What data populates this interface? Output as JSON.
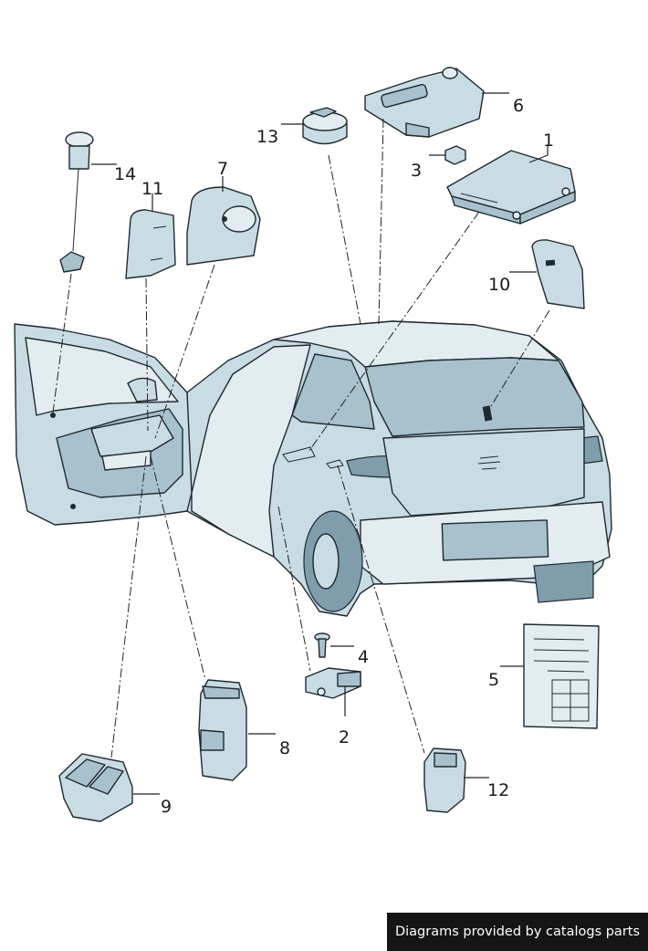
{
  "callouts": [
    "1",
    "2",
    "3",
    "4",
    "5",
    "6",
    "7",
    "8",
    "9",
    "10",
    "11",
    "12",
    "13",
    "14"
  ],
  "footer": {
    "credit": "Diagrams provided by catalogs parts"
  },
  "colors": {
    "part_fill": "#c9dbe3",
    "outline": "#1e2a30",
    "footer_bg": "#151515"
  }
}
